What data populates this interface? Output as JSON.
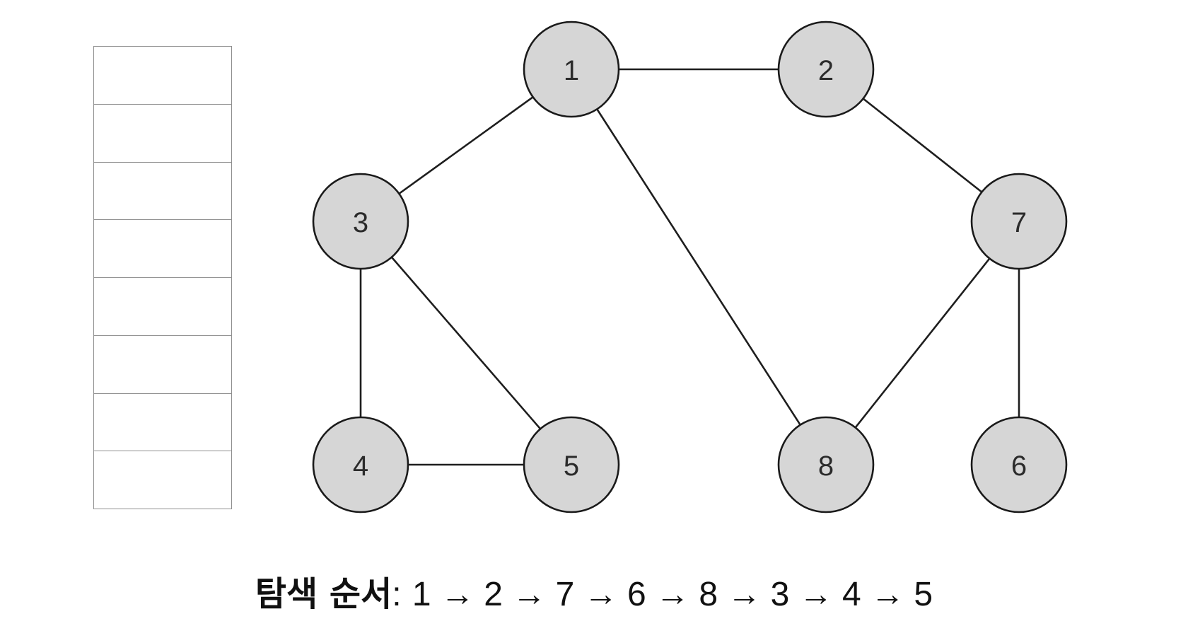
{
  "stack": {
    "slot_count": 8
  },
  "graph": {
    "nodes": [
      {
        "id": "1",
        "label": "1"
      },
      {
        "id": "2",
        "label": "2"
      },
      {
        "id": "3",
        "label": "3"
      },
      {
        "id": "4",
        "label": "4"
      },
      {
        "id": "5",
        "label": "5"
      },
      {
        "id": "6",
        "label": "6"
      },
      {
        "id": "7",
        "label": "7"
      },
      {
        "id": "8",
        "label": "8"
      }
    ],
    "edges": [
      [
        "1",
        "2"
      ],
      [
        "1",
        "3"
      ],
      [
        "1",
        "8"
      ],
      [
        "2",
        "7"
      ],
      [
        "3",
        "4"
      ],
      [
        "3",
        "5"
      ],
      [
        "4",
        "5"
      ],
      [
        "7",
        "8"
      ],
      [
        "7",
        "6"
      ]
    ],
    "colors": {
      "node_fill": "#d6d6d6",
      "node_stroke": "#1a1a1a",
      "edge": "#1e1e1e"
    }
  },
  "caption": {
    "label": "탐색 순서",
    "separator": ":",
    "order": "1 → 2 → 7 → 6 → 8 → 3 → 4 → 5"
  }
}
